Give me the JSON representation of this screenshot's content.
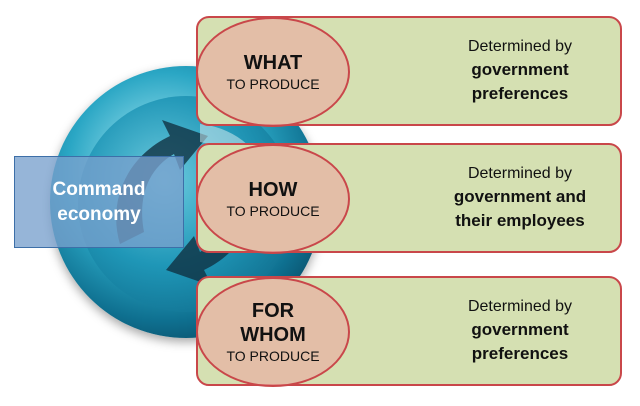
{
  "center_label": {
    "line1": "Command",
    "line2": "economy"
  },
  "rows": [
    {
      "question_big": "WHAT",
      "question_small": "TO PRODUCE",
      "desc_top": "Determined by",
      "desc_bottom_1": "government",
      "desc_bottom_2": "preferences"
    },
    {
      "question_big": "HOW",
      "question_small": "TO PRODUCE",
      "desc_top": "Determined by",
      "desc_bottom_1": "government and",
      "desc_bottom_2": "their employees"
    },
    {
      "question_big_1": "FOR",
      "question_big_2": "WHOM",
      "question_small": "TO PRODUCE",
      "desc_top": "Determined by",
      "desc_bottom_1": "government",
      "desc_bottom_2": "preferences"
    }
  ],
  "colors": {
    "row_fill": "#d5e0b2",
    "row_border": "#c9474a",
    "oval_fill": "#e9b0a2",
    "label_fill": "#78a0cd",
    "sphere": "#1d94b5"
  }
}
